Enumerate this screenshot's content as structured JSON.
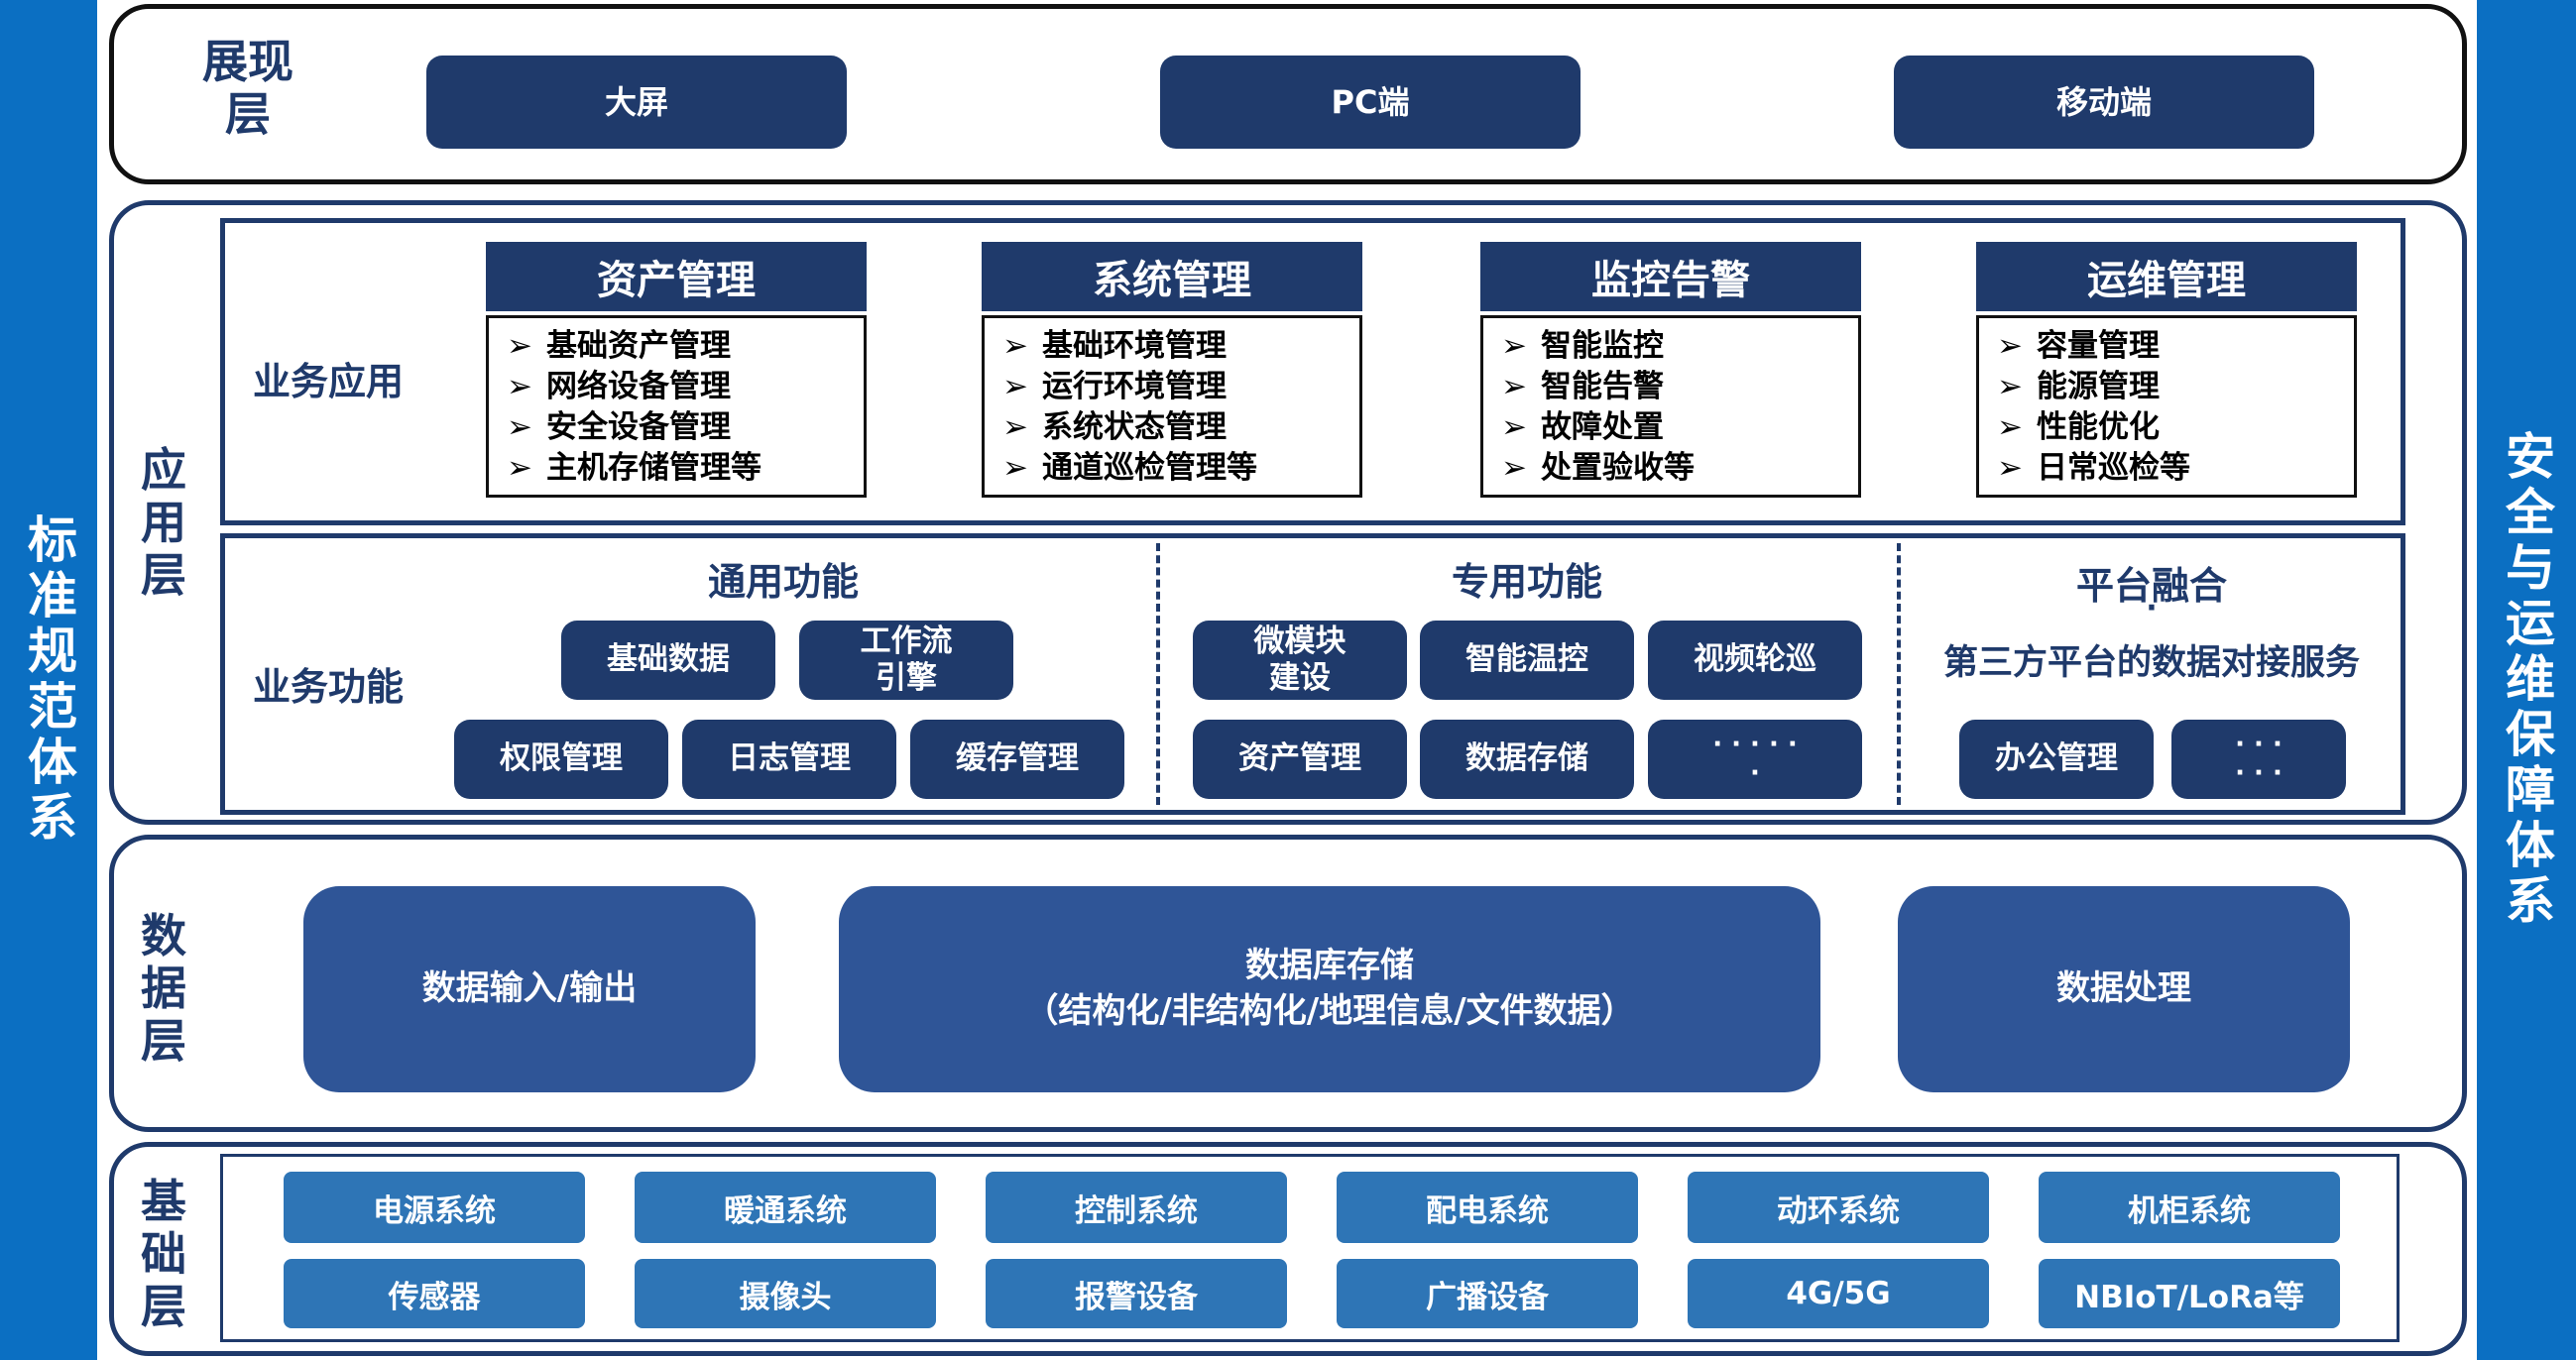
{
  "left_bar": {
    "label": "标准规范体系"
  },
  "right_bar": {
    "label": "安全与运维保障体系"
  },
  "presentation_layer": {
    "label_lines": [
      "展现",
      "层"
    ],
    "items": [
      "大屏",
      "PC端",
      "移动端"
    ]
  },
  "application_layer": {
    "label_lines": [
      "应",
      "用",
      "层"
    ],
    "business_apps": {
      "label": "业务应用",
      "modules": [
        {
          "title": "资产管理",
          "items": [
            "基础资产管理",
            "网络设备管理",
            "安全设备管理",
            "主机存储管理等"
          ]
        },
        {
          "title": "系统管理",
          "items": [
            "基础环境管理",
            "运行环境管理",
            "系统状态管理",
            "通道巡检管理等"
          ]
        },
        {
          "title": "监控告警",
          "items": [
            "智能监控",
            "智能告警",
            "故障处置",
            "处置验收等"
          ]
        },
        {
          "title": "运维管理",
          "items": [
            "容量管理",
            "能源管理",
            "性能优化",
            "日常巡检等"
          ]
        }
      ]
    },
    "business_functions": {
      "label": "业务功能",
      "general": {
        "title": "通用功能",
        "row1": [
          {
            "lines": [
              "基础数据"
            ]
          },
          {
            "lines": [
              "工作流",
              "引擎"
            ]
          }
        ],
        "row2": [
          "权限管理",
          "日志管理",
          "缓存管理"
        ]
      },
      "special": {
        "title": "专用功能",
        "row1": [
          {
            "lines": [
              "微模块",
              "建设"
            ]
          },
          {
            "lines": [
              "智能温控"
            ]
          },
          {
            "lines": [
              "视频轮巡"
            ]
          }
        ],
        "row2": [
          {
            "lines": [
              "资产管理"
            ]
          },
          {
            "lines": [
              "数据存储"
            ]
          },
          {
            "lines": [
              "· · · · ·",
              "·"
            ]
          }
        ]
      },
      "platform": {
        "title": "平台融合",
        "dot": "·",
        "subtitle": "第三方平台的数据对接服务",
        "items": [
          {
            "lines": [
              "办公管理"
            ]
          },
          {
            "lines": [
              "· · ·",
              "· · ·"
            ]
          }
        ]
      }
    }
  },
  "data_layer": {
    "label_lines": [
      "数",
      "据",
      "层"
    ],
    "items": [
      {
        "lines": [
          "数据输入/输出"
        ]
      },
      {
        "lines": [
          "数据库存储",
          "（结构化/非结构化/地理信息/文件数据）"
        ]
      },
      {
        "lines": [
          "数据处理"
        ]
      }
    ]
  },
  "base_layer": {
    "label_lines": [
      "基",
      "础",
      "层"
    ],
    "row1": [
      "电源系统",
      "暖通系统",
      "控制系统",
      "配电系统",
      "动环系统",
      "机柜系统"
    ],
    "row2": [
      "传感器",
      "摄像头",
      "报警设备",
      "广播设备",
      "4G/5G",
      "NBIoT/LoRa等"
    ]
  },
  "colors": {
    "side_bar": "#0b6fc2",
    "navy": "#1f3a6b",
    "data_pill": "#2f5597",
    "base_cell": "#2e75b6"
  }
}
